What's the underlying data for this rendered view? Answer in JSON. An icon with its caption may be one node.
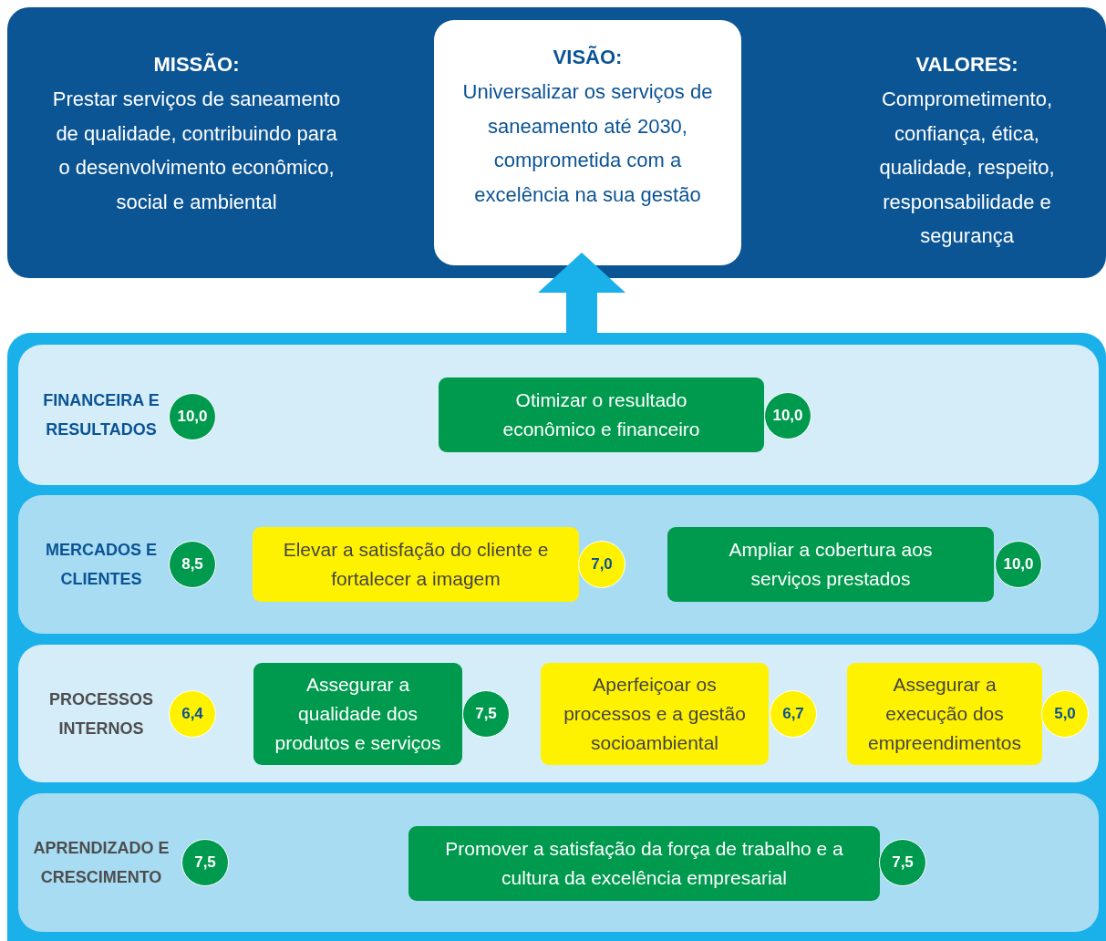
{
  "diagram": {
    "nodes": [
      {
        "text": [
          "MISSÃO:",
          "Prestar serviços de saneamento de qualidade, contribuindo para o desenvolvimento econômico, social e ambiental",
          "VALORES:",
          "Comprometimento, confiança, ética, qualidade, respeito, responsabilidade e segurança"
        ]
      },
      {
        "text": [
          "VISÃO:",
          "Universalizar os serviços de saneamento até 2030, comprometida com a excelência na sua gestão"
        ],
        "in": 0
      },
      {
        "text": [],
        "shape": "box"
      },
      {
        "text": [
          "FINANCEIRA E RESULTADOS"
        ],
        "in": 2
      },
      {
        "text": [
          "10,0"
        ],
        "in": 3
      },
      {
        "text": [
          "Otimizar o resultado econômico e financeiro"
        ],
        "in": 3
      },
      {
        "text": [
          "10,0"
        ],
        "in": 3
      },
      {
        "text": [
          "MERCADOS E CLIENTES"
        ],
        "in": 2
      },
      {
        "text": [
          "8,5"
        ],
        "in": 7
      },
      {
        "text": [
          "Elevar a satisfação do cliente e fortalecer a imagem"
        ],
        "in": 7
      },
      {
        "text": [
          "7,0"
        ],
        "in": 7
      },
      {
        "text": [
          "Ampliar a cobertura aos serviços prestados"
        ],
        "in": 7
      },
      {
        "text": [
          "10,0"
        ],
        "in": 7
      },
      {
        "text": [
          "PROCESSOS INTERNOS"
        ],
        "in": 2
      },
      {
        "text": [
          "6,4"
        ],
        "in": 13
      },
      {
        "text": [
          "Assegurar a qualidade dos produtos e serviços"
        ],
        "in": 13
      },
      {
        "text": [
          "7,5"
        ],
        "in": 13
      },
      {
        "text": [
          "Aperfeiçoar os processos e a gestão socioambiental"
        ],
        "in": 13
      },
      {
        "text": [
          "6,7"
        ],
        "in": 13
      },
      {
        "text": [
          "Assegurar a execução dos empreendimentos"
        ],
        "in": 13
      },
      {
        "text": [
          "5,0"
        ],
        "in": 13
      },
      {
        "text": [
          "APRENDIZADO E CRESCIMENTO"
        ],
        "in": 2
      },
      {
        "text": [
          "7,5"
        ],
        "in": 21
      },
      {
        "text": [
          "Promover a satisfação da força de trabalho e a cultura da excelência empresarial"
        ],
        "in": 21
      },
      {
        "text": [
          "7,5"
        ],
        "in": 21
      }
    ],
    "edges": [
      {
        "from": 2,
        "to": 1,
        "arrow": "to"
      }
    ]
  }
}
